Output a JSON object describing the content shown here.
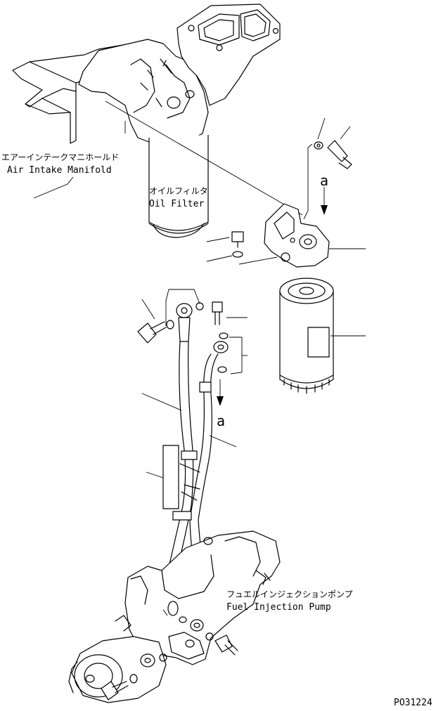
{
  "labels": {
    "air_intake_jp": "エアーインテークマニホールド",
    "air_intake_en": "Air Intake Manifold",
    "oil_filter_jp": "オイルフィルタ",
    "oil_filter_en": "Oil Filter",
    "fuel_pump_jp": "フュエルインジェクションポンプ",
    "fuel_pump_en": "Fuel Injection Pump",
    "arrow_a_top": "a",
    "arrow_a_bottom": "a",
    "drawing_number": "PO31224"
  }
}
